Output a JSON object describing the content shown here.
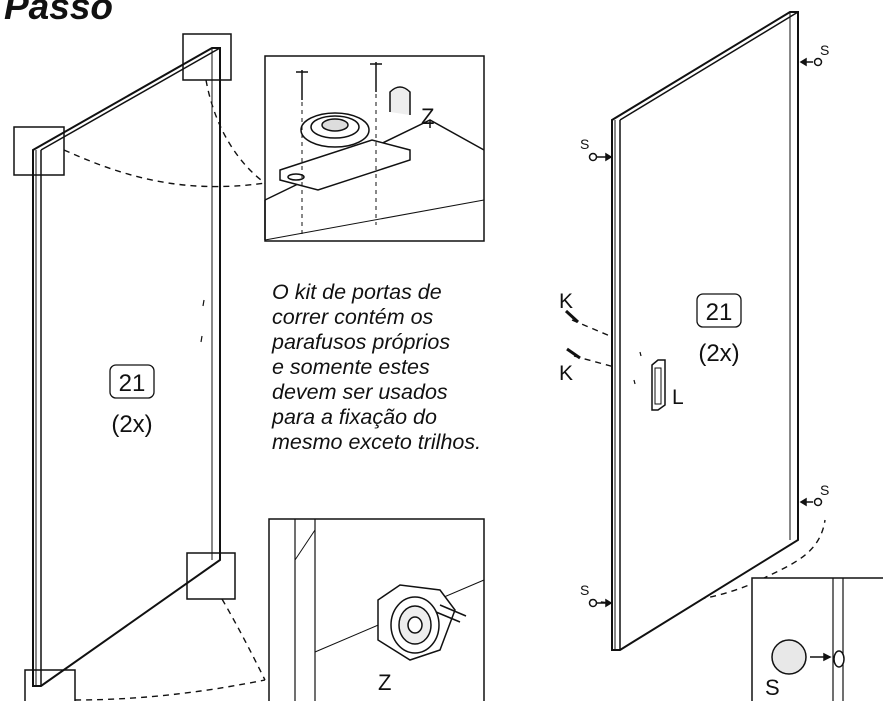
{
  "title": "Passo",
  "note_lines": [
    "O kit de portas de",
    "correr contém os",
    "parafusos próprios",
    "e somente estes",
    "devem ser usados",
    "para a fixação do",
    "mesmo exceto trilhos."
  ],
  "left_panel": {
    "part_number": "21",
    "quantity": "(2x)"
  },
  "right_panel": {
    "part_number": "21",
    "quantity": "(2x)"
  },
  "labels": {
    "z": "Z",
    "s": "S",
    "k": "K",
    "l": "L"
  }
}
